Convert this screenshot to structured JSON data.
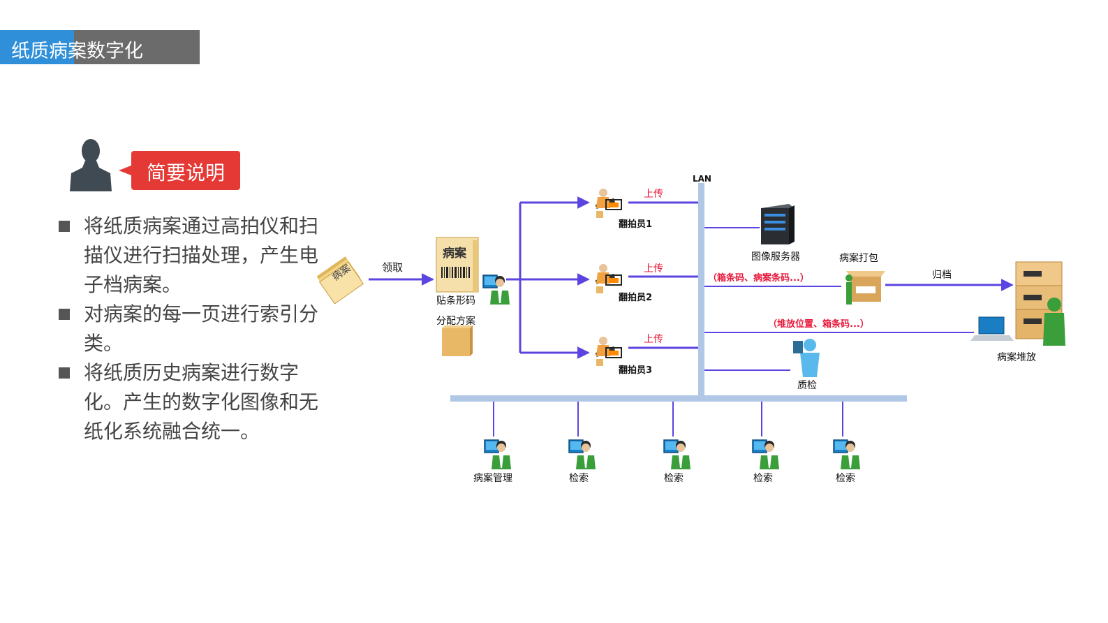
{
  "header": {
    "title": "纸质病案数字化"
  },
  "callout": {
    "label": "简要说明"
  },
  "bullets": [
    "将纸质病案通过高拍仪和扫描仪进行扫描处理，产生电子档病案。",
    "对病案的每一页进行索引分类。",
    "将纸质历史病案进行数字化。产生的数字化图像和无纸化系统融合统一。"
  ],
  "diagram": {
    "lan_label": "LAN",
    "folder_text": "病案",
    "folder_big_text": "病案",
    "receive_label": "领取",
    "barcode_label": "贴条形码",
    "assign_label": "分配方案",
    "operators": [
      {
        "label": "翻拍员1",
        "upload": "上传"
      },
      {
        "label": "翻拍员2",
        "upload": "上传"
      },
      {
        "label": "翻拍员3",
        "upload": "上传"
      }
    ],
    "server_label": "图像服务器",
    "pack_label": "病案打包",
    "pack_flow_label": "（箱条码、病案条码...）",
    "archive_label": "归档",
    "storage_flow_label": "（堆放位置、箱条码...）",
    "storage_label": "病案堆放",
    "qc_label": "质检",
    "workstations": [
      "病案管理",
      "检索",
      "检索",
      "检索",
      "检索"
    ],
    "colors": {
      "arrow": "#5b45e0",
      "lan": "#b0c8e6",
      "red_text": "#e8173a",
      "box": "#e8b866"
    }
  }
}
